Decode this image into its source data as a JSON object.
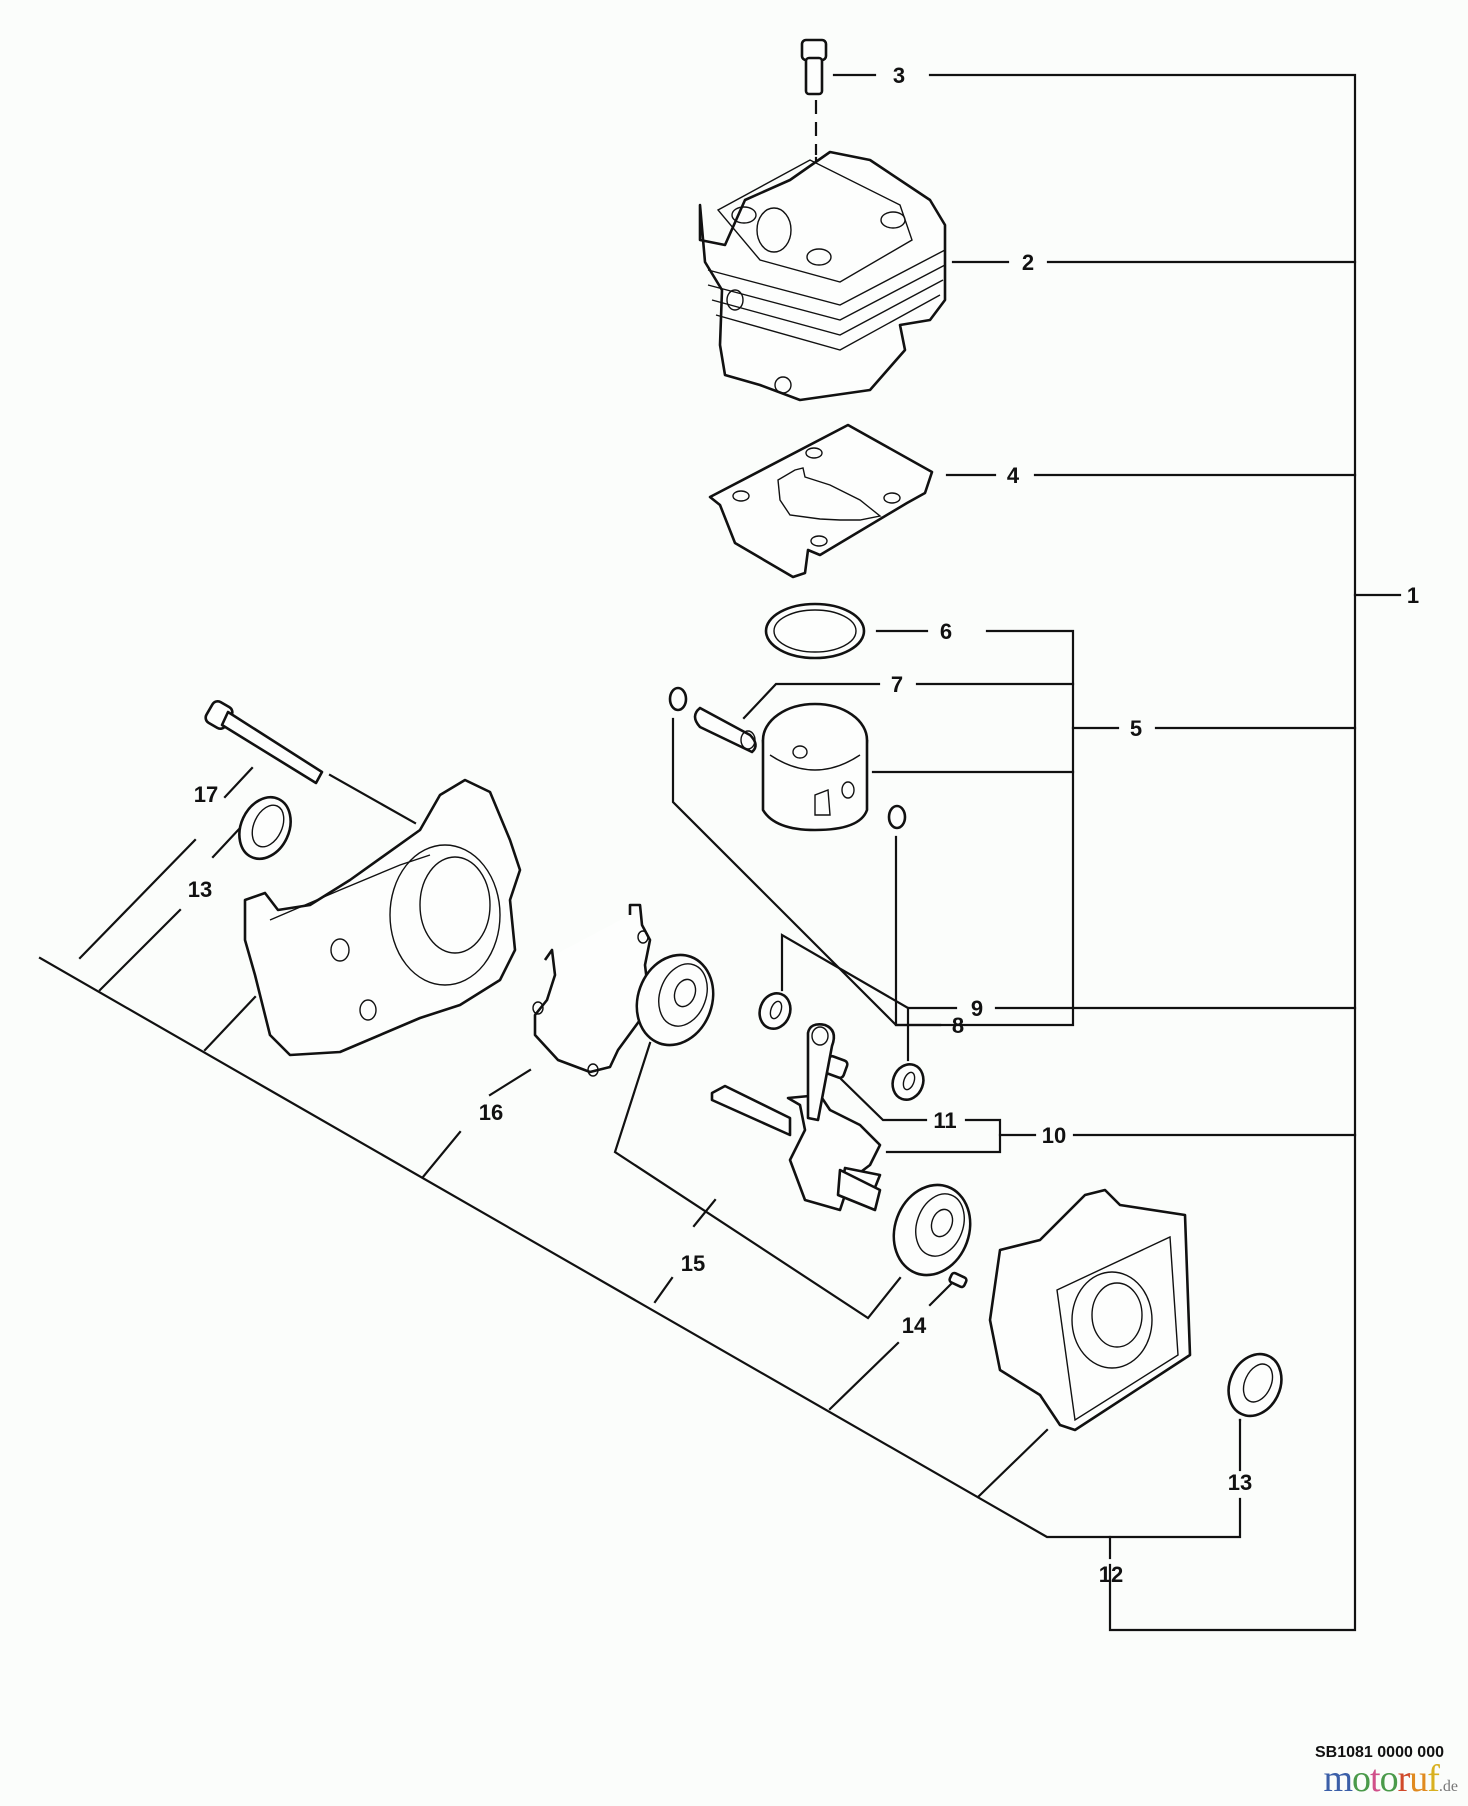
{
  "diagram": {
    "type": "exploded-parts-view",
    "callouts": [
      {
        "id": "1",
        "label": "1"
      },
      {
        "id": "2",
        "label": "2"
      },
      {
        "id": "3",
        "label": "3"
      },
      {
        "id": "4",
        "label": "4"
      },
      {
        "id": "5",
        "label": "5"
      },
      {
        "id": "6",
        "label": "6"
      },
      {
        "id": "7",
        "label": "7"
      },
      {
        "id": "8",
        "label": "8"
      },
      {
        "id": "9",
        "label": "9"
      },
      {
        "id": "10",
        "label": "10"
      },
      {
        "id": "11",
        "label": "11"
      },
      {
        "id": "12",
        "label": "12"
      },
      {
        "id": "13a",
        "label": "13"
      },
      {
        "id": "13b",
        "label": "13"
      },
      {
        "id": "14",
        "label": "14"
      },
      {
        "id": "15",
        "label": "15"
      },
      {
        "id": "16",
        "label": "16"
      },
      {
        "id": "17",
        "label": "17"
      }
    ],
    "parts": [
      {
        "name": "cylinder-bolt",
        "callout": "3"
      },
      {
        "name": "cylinder",
        "callout": "2"
      },
      {
        "name": "cylinder-gasket",
        "callout": "4"
      },
      {
        "name": "piston-ring",
        "callout": "6"
      },
      {
        "name": "piston-pin",
        "callout": "7"
      },
      {
        "name": "piston",
        "callout": "5"
      },
      {
        "name": "circlip",
        "callout": "8"
      },
      {
        "name": "thrust-washer",
        "callout": "9"
      },
      {
        "name": "crankshaft",
        "callout": "10"
      },
      {
        "name": "needle-bearing",
        "callout": "11"
      },
      {
        "name": "crankcase-half",
        "callout": "12"
      },
      {
        "name": "oil-seal",
        "callout": "13"
      },
      {
        "name": "dowel-pin",
        "callout": "14"
      },
      {
        "name": "ball-bearing",
        "callout": "15"
      },
      {
        "name": "crankcase-gasket",
        "callout": "16"
      },
      {
        "name": "crankcase-bolt",
        "callout": "17"
      }
    ]
  },
  "footer": {
    "drawing_code": "SB1081 0000 000",
    "watermark": {
      "letters": [
        {
          "ch": "m",
          "color": "#3b5fa8"
        },
        {
          "ch": "o",
          "color": "#4a9a4a"
        },
        {
          "ch": "t",
          "color": "#d0508a"
        },
        {
          "ch": "o",
          "color": "#4a9a4a"
        },
        {
          "ch": "r",
          "color": "#d04a2a"
        },
        {
          "ch": "u",
          "color": "#e08a20"
        },
        {
          "ch": "f",
          "color": "#d8b020"
        }
      ],
      "suffix": ".de"
    }
  }
}
